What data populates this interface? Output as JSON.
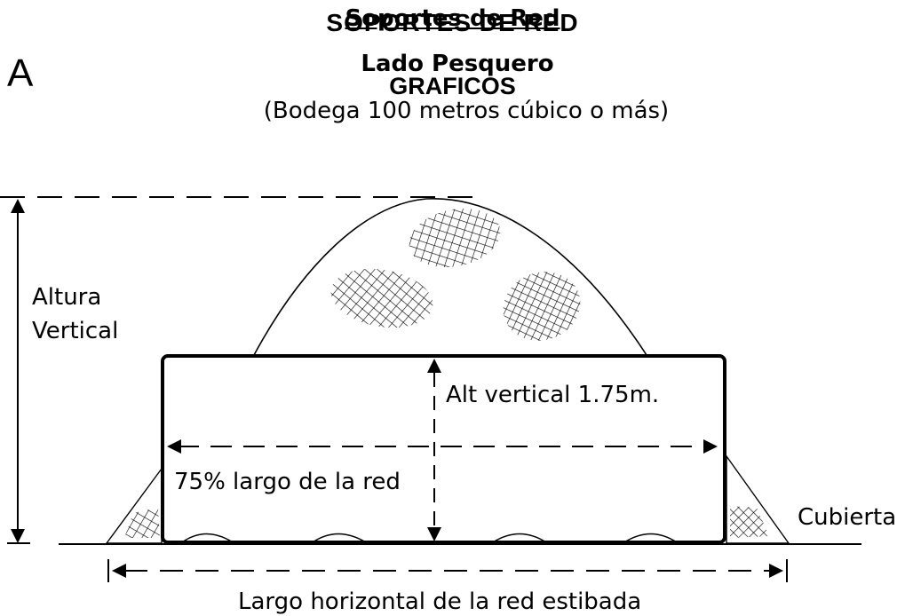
{
  "header": {
    "title_overlay": "SOPORTES DE RED",
    "title": "Soportes de Red",
    "subtitle_overlay": "GRAFICOS",
    "section": "Lado Pesquero",
    "note": "(Bodega 100 metros cúbico o más)",
    "corner_letter": "A"
  },
  "labels": {
    "vertical_height_line1": "Altura",
    "vertical_height_line2": "Vertical",
    "inner_height": "Alt vertical 1.75m.",
    "net_length_pct": "75% largo de la red",
    "deck": "Cubierta",
    "horizontal_length": "Largo horizontal de la red estibada"
  }
}
